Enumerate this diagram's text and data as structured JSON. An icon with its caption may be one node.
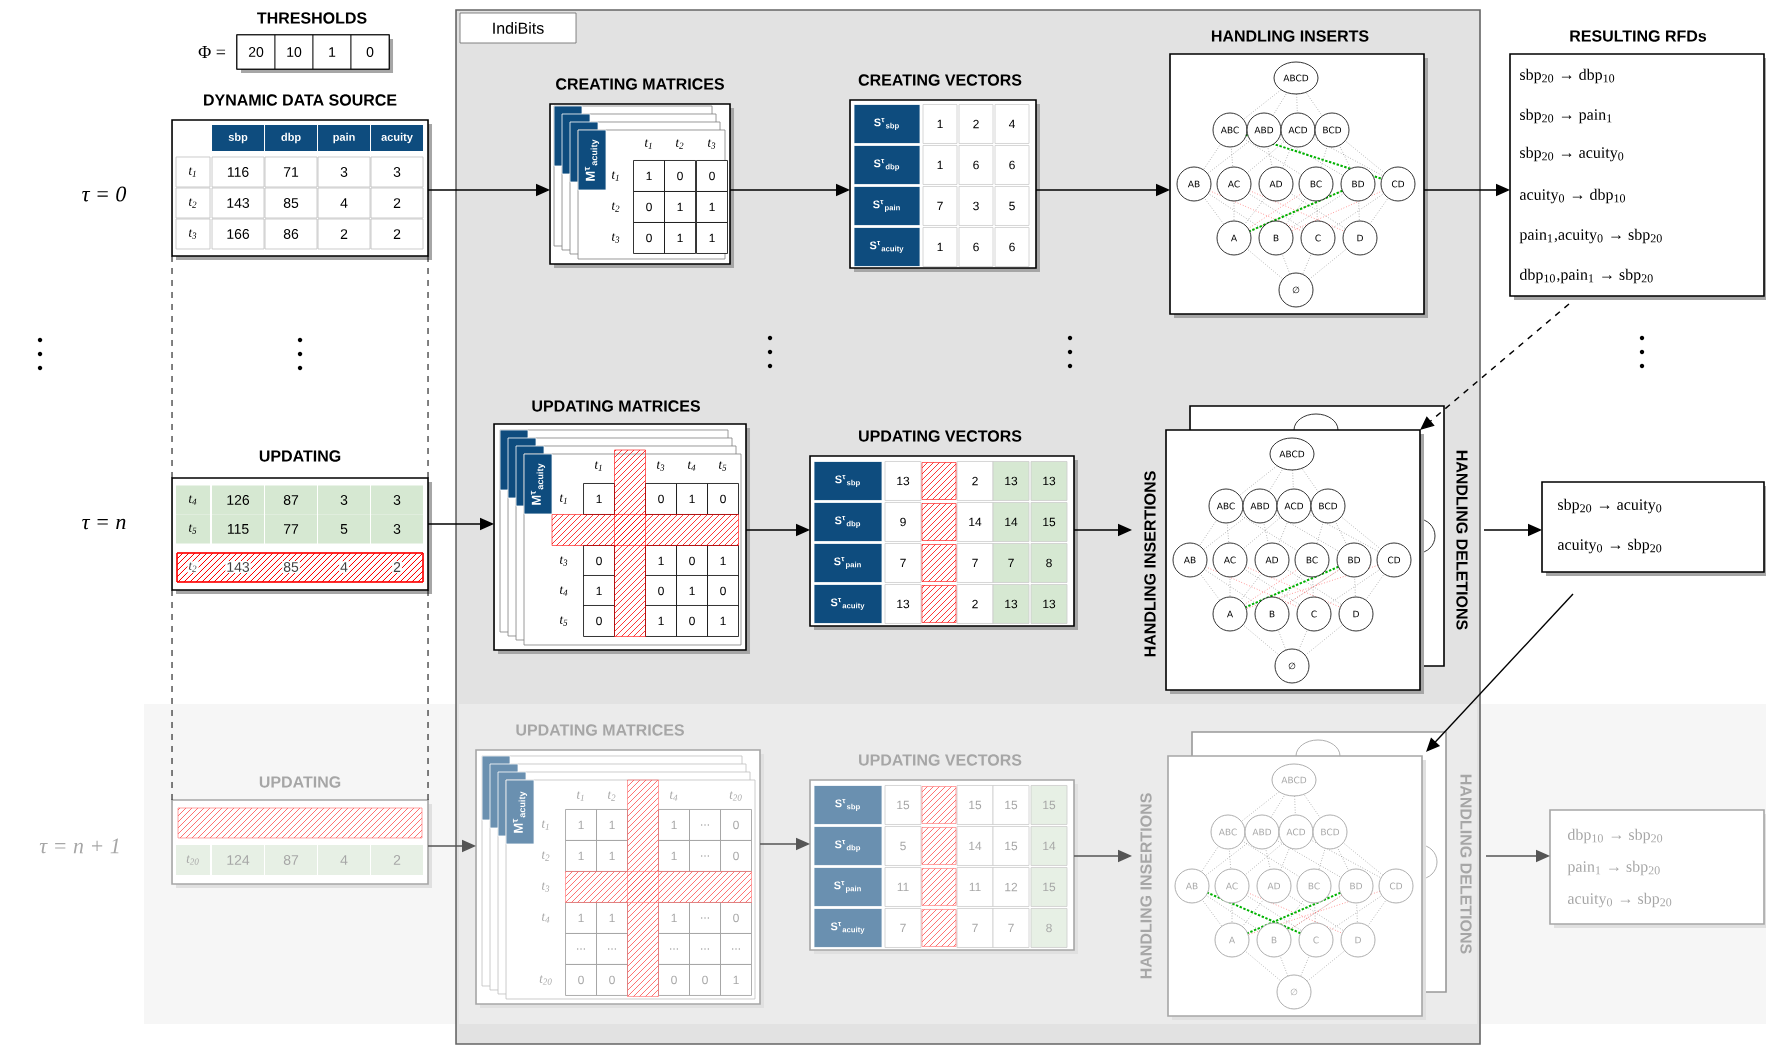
{
  "diagram": {
    "nodes": [
      {
        "text": [
          "IndiBits"
        ]
      },
      {
        "text": [
          "THRESHOLDS",
          "Φ =",
          "20",
          "10",
          "1",
          "0"
        ]
      },
      {
        "text": [
          "DYNAMIC DATA SOURCE",
          "sbp",
          "dbp",
          "pain",
          "acuity",
          "t$_{1}$",
          "116",
          "71",
          "3",
          "3",
          "t$_{2}$",
          "143",
          "85",
          "4",
          "2",
          "t$_{3}$",
          "166",
          "86",
          "2",
          "2"
        ]
      },
      {
        "text": [
          "CREATING MATRICES",
          "M$^{τ}$$_{acuity}$",
          "t$_{1}$",
          "t$_{2}$",
          "t$_{3}$",
          "t$_{1}$",
          "1",
          "0",
          "0",
          "t$_{2}$",
          "0",
          "1",
          "1",
          "t$_{3}$",
          "0",
          "1",
          "1"
        ],
        "in": 0
      },
      {
        "text": [
          "CREATING VECTORS",
          "S$^{τ}$$_{sbp}$",
          "1",
          "2",
          "4",
          "S$^{τ}$$_{dbp}$",
          "1",
          "6",
          "6",
          "S$^{τ}$$_{pain}$",
          "7",
          "3",
          "5",
          "S$^{τ}$$_{acuity}$",
          "1",
          "6",
          "6"
        ],
        "in": 0
      },
      {
        "text": [
          "HANDLING INSERTS",
          "ABCD",
          "ABC",
          "ABD",
          "ACD",
          "BCD",
          "AB",
          "AC",
          "AD",
          "BC",
          "BD",
          "CD",
          "A",
          "B",
          "C",
          "D",
          "∅"
        ],
        "in": 0
      },
      {
        "text": [
          "RESULTING RFDs",
          "sbp$_{20}$ → dbp$_{10}$",
          "sbp$_{20}$ → pain$_{1}$",
          "sbp$_{20}$ → acuity$_{0}$",
          "acuity$_{0}$ → dbp$_{10}$",
          "pain$_{1}$,acuity$_{0}$ → sbp$_{20}$",
          "dbp$_{10}$,pain$_{1}$ → sbp$_{20}$"
        ]
      },
      {
        "text": [
          "UPDATING",
          "t$_{4}$",
          "126",
          "87",
          "3",
          "3",
          "t$_{5}$",
          "115",
          "77",
          "5",
          "3",
          "t$_{2}$",
          "143",
          "85",
          "4",
          "2"
        ]
      },
      {
        "text": [
          "UPDATING MATRICES",
          "M$^{τ}$$_{acuity}$",
          "t$_{1}$",
          "t$_{3}$",
          "t$_{4}$",
          "t$_{5}$",
          "t$_{1}$",
          "1",
          "0",
          "1",
          "0",
          "t$_{3}$",
          "0",
          "1",
          "0",
          "1",
          "t$_{4}$",
          "1",
          "0",
          "1",
          "0",
          "t$_{5}$",
          "0",
          "1",
          "0",
          "1"
        ],
        "in": 0
      },
      {
        "text": [
          "UPDATING VECTORS",
          "S$^{τ}$$_{sbp}$",
          "13",
          "2",
          "13",
          "13",
          "S$^{τ}$$_{dbp}$",
          "9",
          "14",
          "14",
          "15",
          "S$^{τ}$$_{pain}$",
          "7",
          "7",
          "7",
          "8",
          "S$^{τ}$$_{acuity}$",
          "13",
          "2",
          "13",
          "13"
        ],
        "in": 0
      },
      {
        "text": [
          "HANDLING INSERTIONS",
          "HANDLING DELETIONS",
          "ABCD",
          "ABC",
          "ABD",
          "ACD",
          "BCD",
          "AB",
          "AC",
          "AD",
          "BC",
          "BD",
          "CD",
          "A",
          "B",
          "C",
          "D",
          "∅"
        ],
        "in": 0
      },
      {
        "text": [
          "sbp$_{20}$ → acuity$_{0}$",
          "acuity$_{0}$ → sbp$_{20}$"
        ]
      },
      {
        "text": [
          "UPDATING",
          "t$_{20}$",
          "124",
          "87",
          "4",
          "2"
        ]
      },
      {
        "text": [
          "UPDATING MATRICES",
          "M$^{τ}$$_{acuity}$",
          "t$_{1}$",
          "t$_{2}$",
          "t$_{4}$",
          "t$_{20}$",
          "t$_{1}$",
          "1",
          "1",
          "1",
          "...",
          "0",
          "t$_{2}$",
          "1",
          "1",
          "1",
          "...",
          "0",
          "t$_{3}$",
          "t$_{4}$",
          "1",
          "1",
          "1",
          "...",
          "0",
          "...",
          "...",
          "...",
          "...",
          "...",
          "t$_{20}$",
          "0",
          "0",
          "0",
          "0",
          "1"
        ],
        "in": 0
      },
      {
        "text": [
          "UPDATING VECTORS",
          "S$^{τ}$$_{sbp}$",
          "15",
          "15",
          "15",
          "15",
          "S$^{τ}$$_{dbp}$",
          "5",
          "14",
          "15",
          "14",
          "S$^{τ}$$_{pain}$",
          "11",
          "11",
          "12",
          "15",
          "S$^{τ}$$_{acuity}$",
          "7",
          "7",
          "7",
          "8"
        ],
        "in": 0
      },
      {
        "text": [
          "HANDLING INSERTIONS",
          "HANDLING DELETIONS",
          "ABCD",
          "ABC",
          "ABD",
          "ACD",
          "BCD",
          "AB",
          "AC",
          "AD",
          "BC",
          "BD",
          "CD",
          "A",
          "B",
          "C",
          "D",
          "∅"
        ],
        "in": 0
      },
      {
        "text": [
          "dbp$_{10}$ → sbp$_{20}$",
          "pain$_{1}$ → sbp$_{20}$",
          "acuity$_{0}$ → sbp$_{20}$"
        ]
      }
    ],
    "edges": [
      {
        "from": 2,
        "to": 3,
        "arrow": "to"
      },
      {
        "from": 3,
        "to": 4,
        "arrow": "to"
      },
      {
        "from": 4,
        "to": 5,
        "arrow": "to"
      },
      {
        "from": 5,
        "to": 6,
        "arrow": "to"
      },
      {
        "from": 6,
        "to": 10,
        "arrow": "to",
        "style": "dashed"
      },
      {
        "from": 7,
        "to": 8,
        "arrow": "to"
      },
      {
        "from": 8,
        "to": 9,
        "arrow": "to"
      },
      {
        "from": 9,
        "to": 10,
        "arrow": "to"
      },
      {
        "from": 10,
        "to": 11,
        "arrow": "to"
      },
      {
        "from": 11,
        "to": 15,
        "arrow": "to"
      },
      {
        "from": 12,
        "to": 13,
        "arrow": "to",
        "color": "#555555"
      },
      {
        "from": 13,
        "to": 14,
        "arrow": "to",
        "color": "#555555"
      },
      {
        "from": 14,
        "to": 15,
        "arrow": "to",
        "color": "#555555"
      },
      {
        "from": 15,
        "to": 16,
        "arrow": "to",
        "color": "#555555"
      },
      {
        "from": 2,
        "to": 7,
        "arrow": "none",
        "style": "dashed"
      },
      {
        "from": 2,
        "to": 7,
        "arrow": "none",
        "style": "dashed"
      },
      {
        "from": 7,
        "to": 12,
        "arrow": "none",
        "style": "dashed"
      },
      {
        "from": 7,
        "to": 12,
        "arrow": "none",
        "style": "dashed"
      }
    ],
    "labels": [
      "τ = 0",
      "τ = n",
      "τ = n + 1"
    ]
  }
}
